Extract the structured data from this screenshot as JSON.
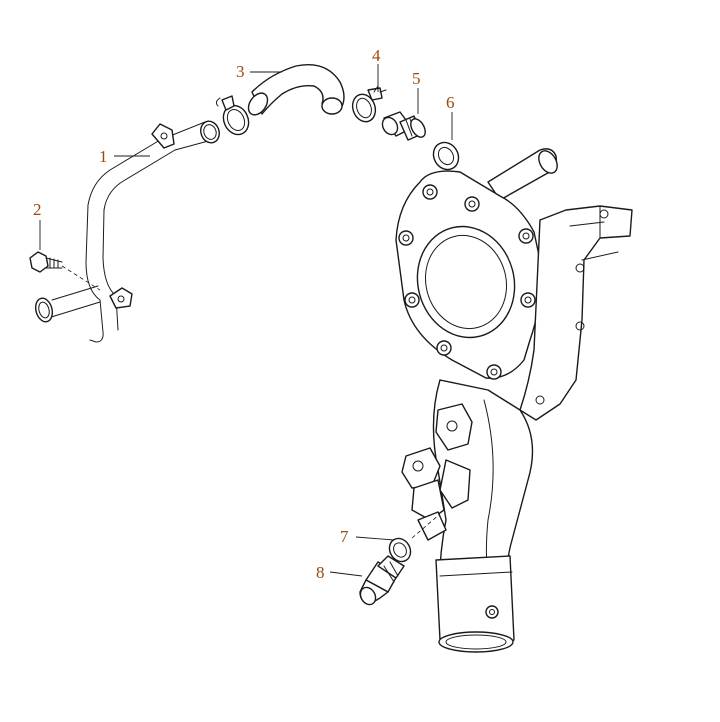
{
  "callouts": [
    {
      "id": "1",
      "label": "1"
    },
    {
      "id": "2",
      "label": "2"
    },
    {
      "id": "3",
      "label": "3"
    },
    {
      "id": "4",
      "label": "4"
    },
    {
      "id": "5",
      "label": "5"
    },
    {
      "id": "6",
      "label": "6"
    },
    {
      "id": "7",
      "label": "7"
    },
    {
      "id": "8",
      "label": "8"
    }
  ],
  "colors": {
    "line": "#1a1a1a",
    "callout_text": "#9a4a0e",
    "background": "#ffffff"
  }
}
